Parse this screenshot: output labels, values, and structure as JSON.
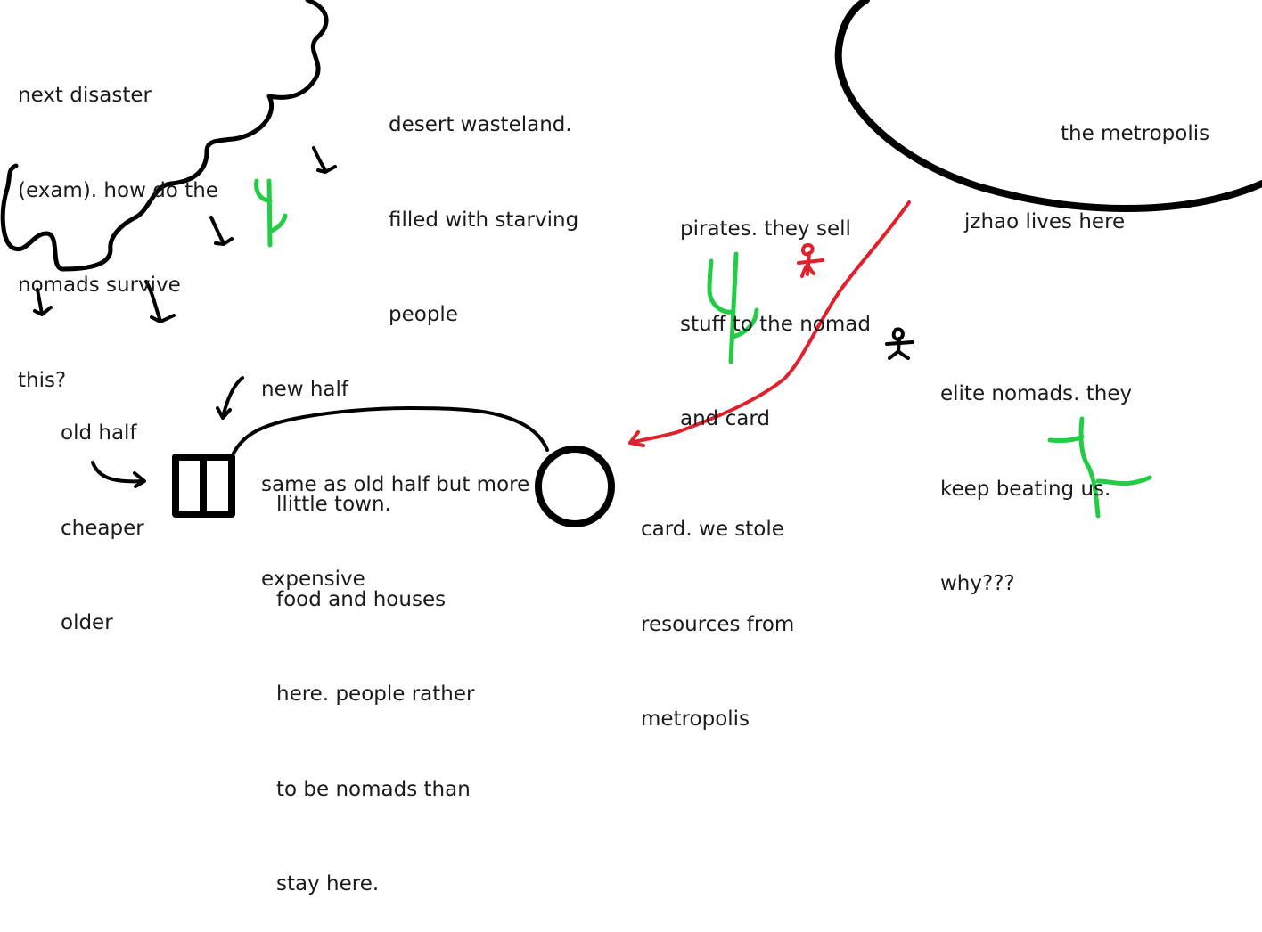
{
  "colors": {
    "ink": "#000000",
    "red": "#e0202a",
    "green": "#22cc44"
  },
  "notes": {
    "disaster": [
      "next disaster",
      "(exam). how do the",
      "nomads survive",
      "this?"
    ],
    "desert": [
      "desert wasteland.",
      "filled with starving",
      "people"
    ],
    "metropolis": [
      "the metropolis"
    ],
    "jzhao": [
      "jzhao lives here"
    ],
    "pirates": [
      "pirates. they sell",
      "stuff to the nomad",
      "and card"
    ],
    "new_half": [
      "new half",
      "same as old half but more",
      "expensive"
    ],
    "old_half": [
      "old half",
      "cheaper",
      "older"
    ],
    "town": [
      "llittle town.",
      "food and houses",
      "here. people rather",
      "to be nomads than",
      "stay here."
    ],
    "card": [
      "card. we stole",
      "resources from",
      "metropolis"
    ],
    "elite": [
      "elite nomads. they",
      "keep beating us.",
      "why???"
    ]
  },
  "icons": [
    "storm-cloud-icon",
    "rain-arrow-icon",
    "cactus-icon",
    "pirate-stick-figure-icon",
    "nomad-stick-figure-icon",
    "town-building-icon",
    "card-circle-icon",
    "metropolis-ellipse-icon"
  ]
}
